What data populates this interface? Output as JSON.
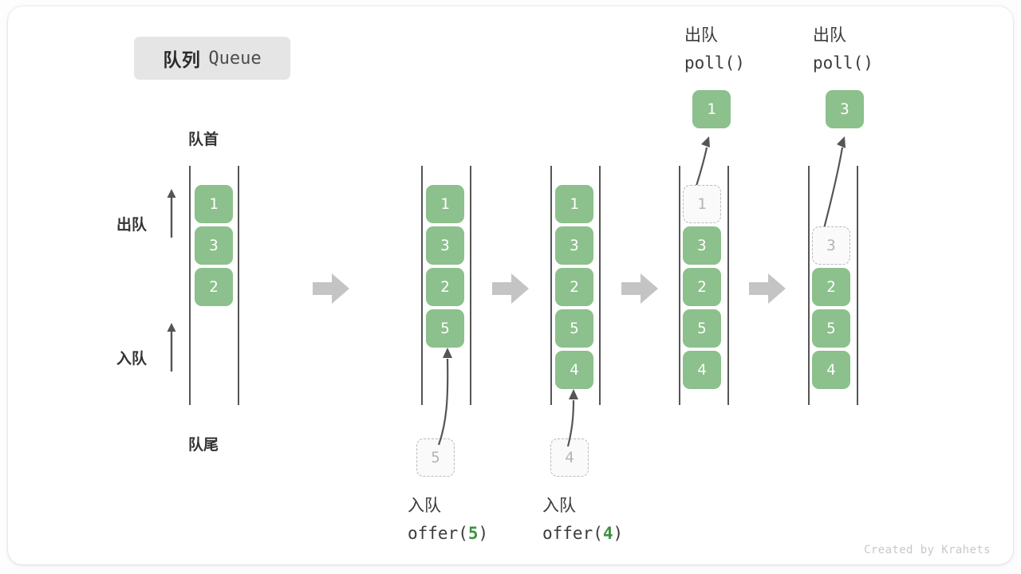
{
  "title": {
    "cn": "队列",
    "en": "Queue"
  },
  "labels": {
    "head": "队首",
    "tail": "队尾",
    "dequeue_side": "出队",
    "enqueue_side": "入队"
  },
  "colors": {
    "cell_green": "#8cc08c",
    "ghost_fill": "#fafafa",
    "ghost_border": "#b9b9b9",
    "rail": "#555555",
    "step_arrow": "#c4c4c4",
    "accent_number": "#3f9142",
    "chip_bg": "#e5e5e5",
    "text": "#333333"
  },
  "steps": [
    {
      "id": "state-initial",
      "cells": [
        "1",
        "3",
        "2"
      ],
      "ghost_index": null,
      "ghost_value": null,
      "op_cn": null,
      "op_code": null,
      "op_number": null,
      "incoming_value": null,
      "outgoing_value": null
    },
    {
      "id": "state-after-offer-5",
      "cells": [
        "1",
        "3",
        "2",
        "5"
      ],
      "ghost_index": null,
      "ghost_value": null,
      "op_cn": "入队",
      "op_code_prefix": "offer(",
      "op_number": "5",
      "op_code_suffix": ")",
      "incoming_value": "5",
      "outgoing_value": null
    },
    {
      "id": "state-after-offer-4",
      "cells": [
        "1",
        "3",
        "2",
        "5",
        "4"
      ],
      "ghost_index": null,
      "ghost_value": null,
      "op_cn": "入队",
      "op_code_prefix": "offer(",
      "op_number": "4",
      "op_code_suffix": ")",
      "incoming_value": "4",
      "outgoing_value": null
    },
    {
      "id": "state-poll-1",
      "cells": [
        "1",
        "3",
        "2",
        "5",
        "4"
      ],
      "ghost_index": 0,
      "ghost_value": "1",
      "op_cn": "出队",
      "op_code_prefix": "poll(",
      "op_number": "",
      "op_code_suffix": ")",
      "incoming_value": null,
      "outgoing_value": "1"
    },
    {
      "id": "state-poll-3",
      "cells": [
        "3",
        "2",
        "5",
        "4"
      ],
      "ghost_index": 0,
      "ghost_value": "3",
      "op_cn": "出队",
      "op_code_prefix": "poll(",
      "op_number": "",
      "op_code_suffix": ")",
      "incoming_value": null,
      "outgoing_value": "3"
    }
  ],
  "cells": {
    "c0": [
      "1",
      "3",
      "2"
    ],
    "c1": [
      "1",
      "3",
      "2",
      "5"
    ],
    "c2": [
      "1",
      "3",
      "2",
      "5",
      "4"
    ],
    "c3_ghost": "1",
    "c3": [
      "3",
      "2",
      "5",
      "4"
    ],
    "c4_ghost": "3",
    "c4": [
      "2",
      "5",
      "4"
    ],
    "popped_1": "1",
    "popped_3": "3",
    "incoming_5": "5",
    "incoming_4": "4"
  },
  "operations": {
    "offer5": {
      "cn": "入队",
      "prefix": "offer(",
      "num": "5",
      "suffix": ")"
    },
    "offer4": {
      "cn": "入队",
      "prefix": "offer(",
      "num": "4",
      "suffix": ")"
    },
    "poll1": {
      "cn": "出队",
      "code": "poll()"
    },
    "poll2": {
      "cn": "出队",
      "code": "poll()"
    }
  },
  "footer": "Created by Krahets"
}
